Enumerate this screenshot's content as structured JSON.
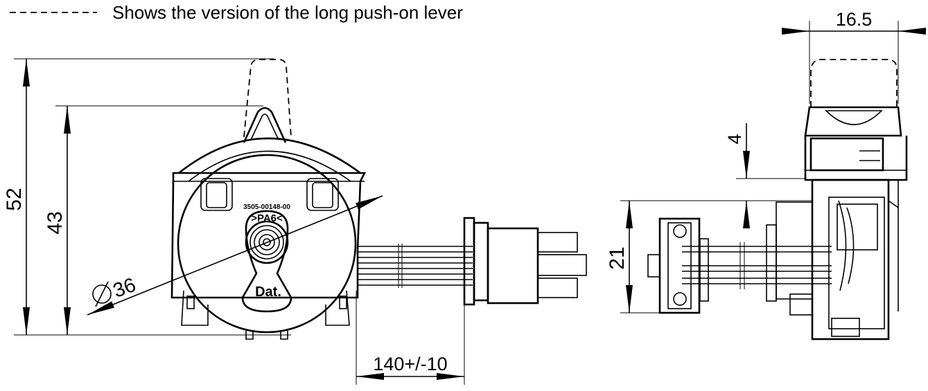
{
  "legend": {
    "text": "Shows the version of the long push-on lever"
  },
  "dimensions": {
    "height_long_lever": "52",
    "height_standard": "43",
    "diameter": "36",
    "cable_length": "140+/-10",
    "width_side": "16.5",
    "lever_step": "4",
    "body_height": "21"
  },
  "front_view": {
    "part_number": "3505-00148-00",
    "material": ">PA6<",
    "logo": "Dat."
  },
  "colors": {
    "line": "#000000",
    "background": "#ffffff"
  }
}
